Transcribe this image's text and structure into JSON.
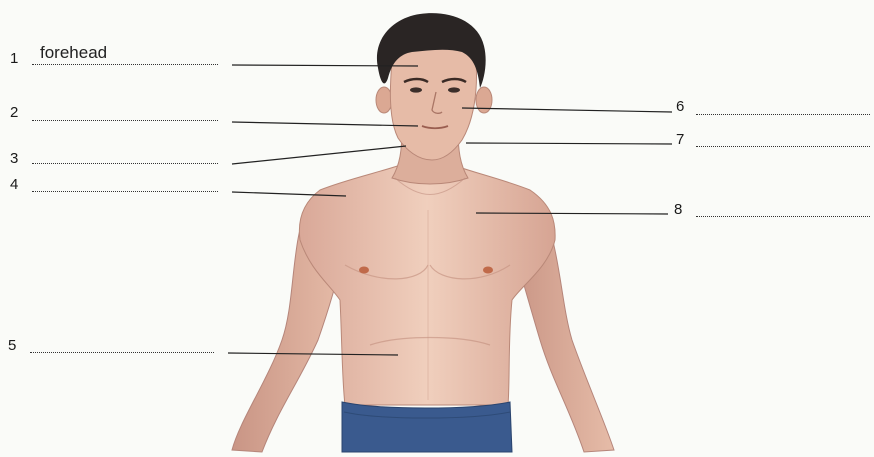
{
  "labels": [
    {
      "number": "1",
      "answer": "forehead"
    },
    {
      "number": "2",
      "answer": ""
    },
    {
      "number": "3",
      "answer": ""
    },
    {
      "number": "4",
      "answer": ""
    },
    {
      "number": "5",
      "answer": ""
    },
    {
      "number": "6",
      "answer": ""
    },
    {
      "number": "7",
      "answer": ""
    },
    {
      "number": "8",
      "answer": ""
    }
  ],
  "colors": {
    "skin": "#e8c2ad",
    "hair": "#2a2524",
    "shorts": "#3a5a8e",
    "leader_line": "#222222"
  },
  "icons": [
    "human-torso-illustration"
  ]
}
